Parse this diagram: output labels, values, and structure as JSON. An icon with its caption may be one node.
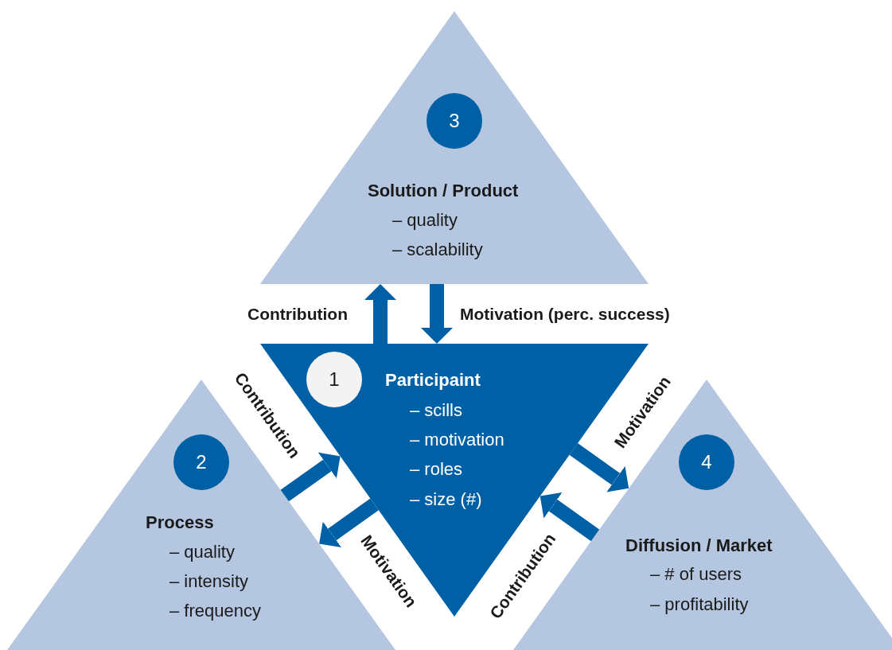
{
  "diagram": {
    "nodes": [
      {
        "text": [
          "Solution / Product",
          "– quality",
          "– scalability"
        ]
      },
      {
        "text": [
          "3"
        ],
        "in": 0
      },
      {
        "text": [
          "Participaint",
          "– scills",
          "– motivation",
          "– roles",
          "– size (#)"
        ]
      },
      {
        "text": [
          "1"
        ],
        "in": 2
      },
      {
        "text": [
          "Process",
          "– quality",
          "– intensity",
          "– frequency"
        ]
      },
      {
        "text": [
          "2"
        ],
        "in": 4
      },
      {
        "text": [
          "Diffusion / Market",
          "– # of users",
          "– profitability"
        ]
      },
      {
        "text": [
          "4"
        ],
        "in": 6
      }
    ],
    "edges": [
      {
        "from": 2,
        "to": 0,
        "arrow": "to",
        "label": "Contribution"
      },
      {
        "from": 0,
        "to": 2,
        "arrow": "to",
        "label": "Motivation (perc. success)"
      },
      {
        "from": 4,
        "to": 2,
        "arrow": "to",
        "label": "Contribution"
      },
      {
        "from": 2,
        "to": 4,
        "arrow": "to",
        "label": "Motivation"
      },
      {
        "from": 2,
        "to": 6,
        "arrow": "to",
        "label": "Motivation"
      },
      {
        "from": 6,
        "to": 2,
        "arrow": "to",
        "label": "Contribution"
      }
    ]
  }
}
